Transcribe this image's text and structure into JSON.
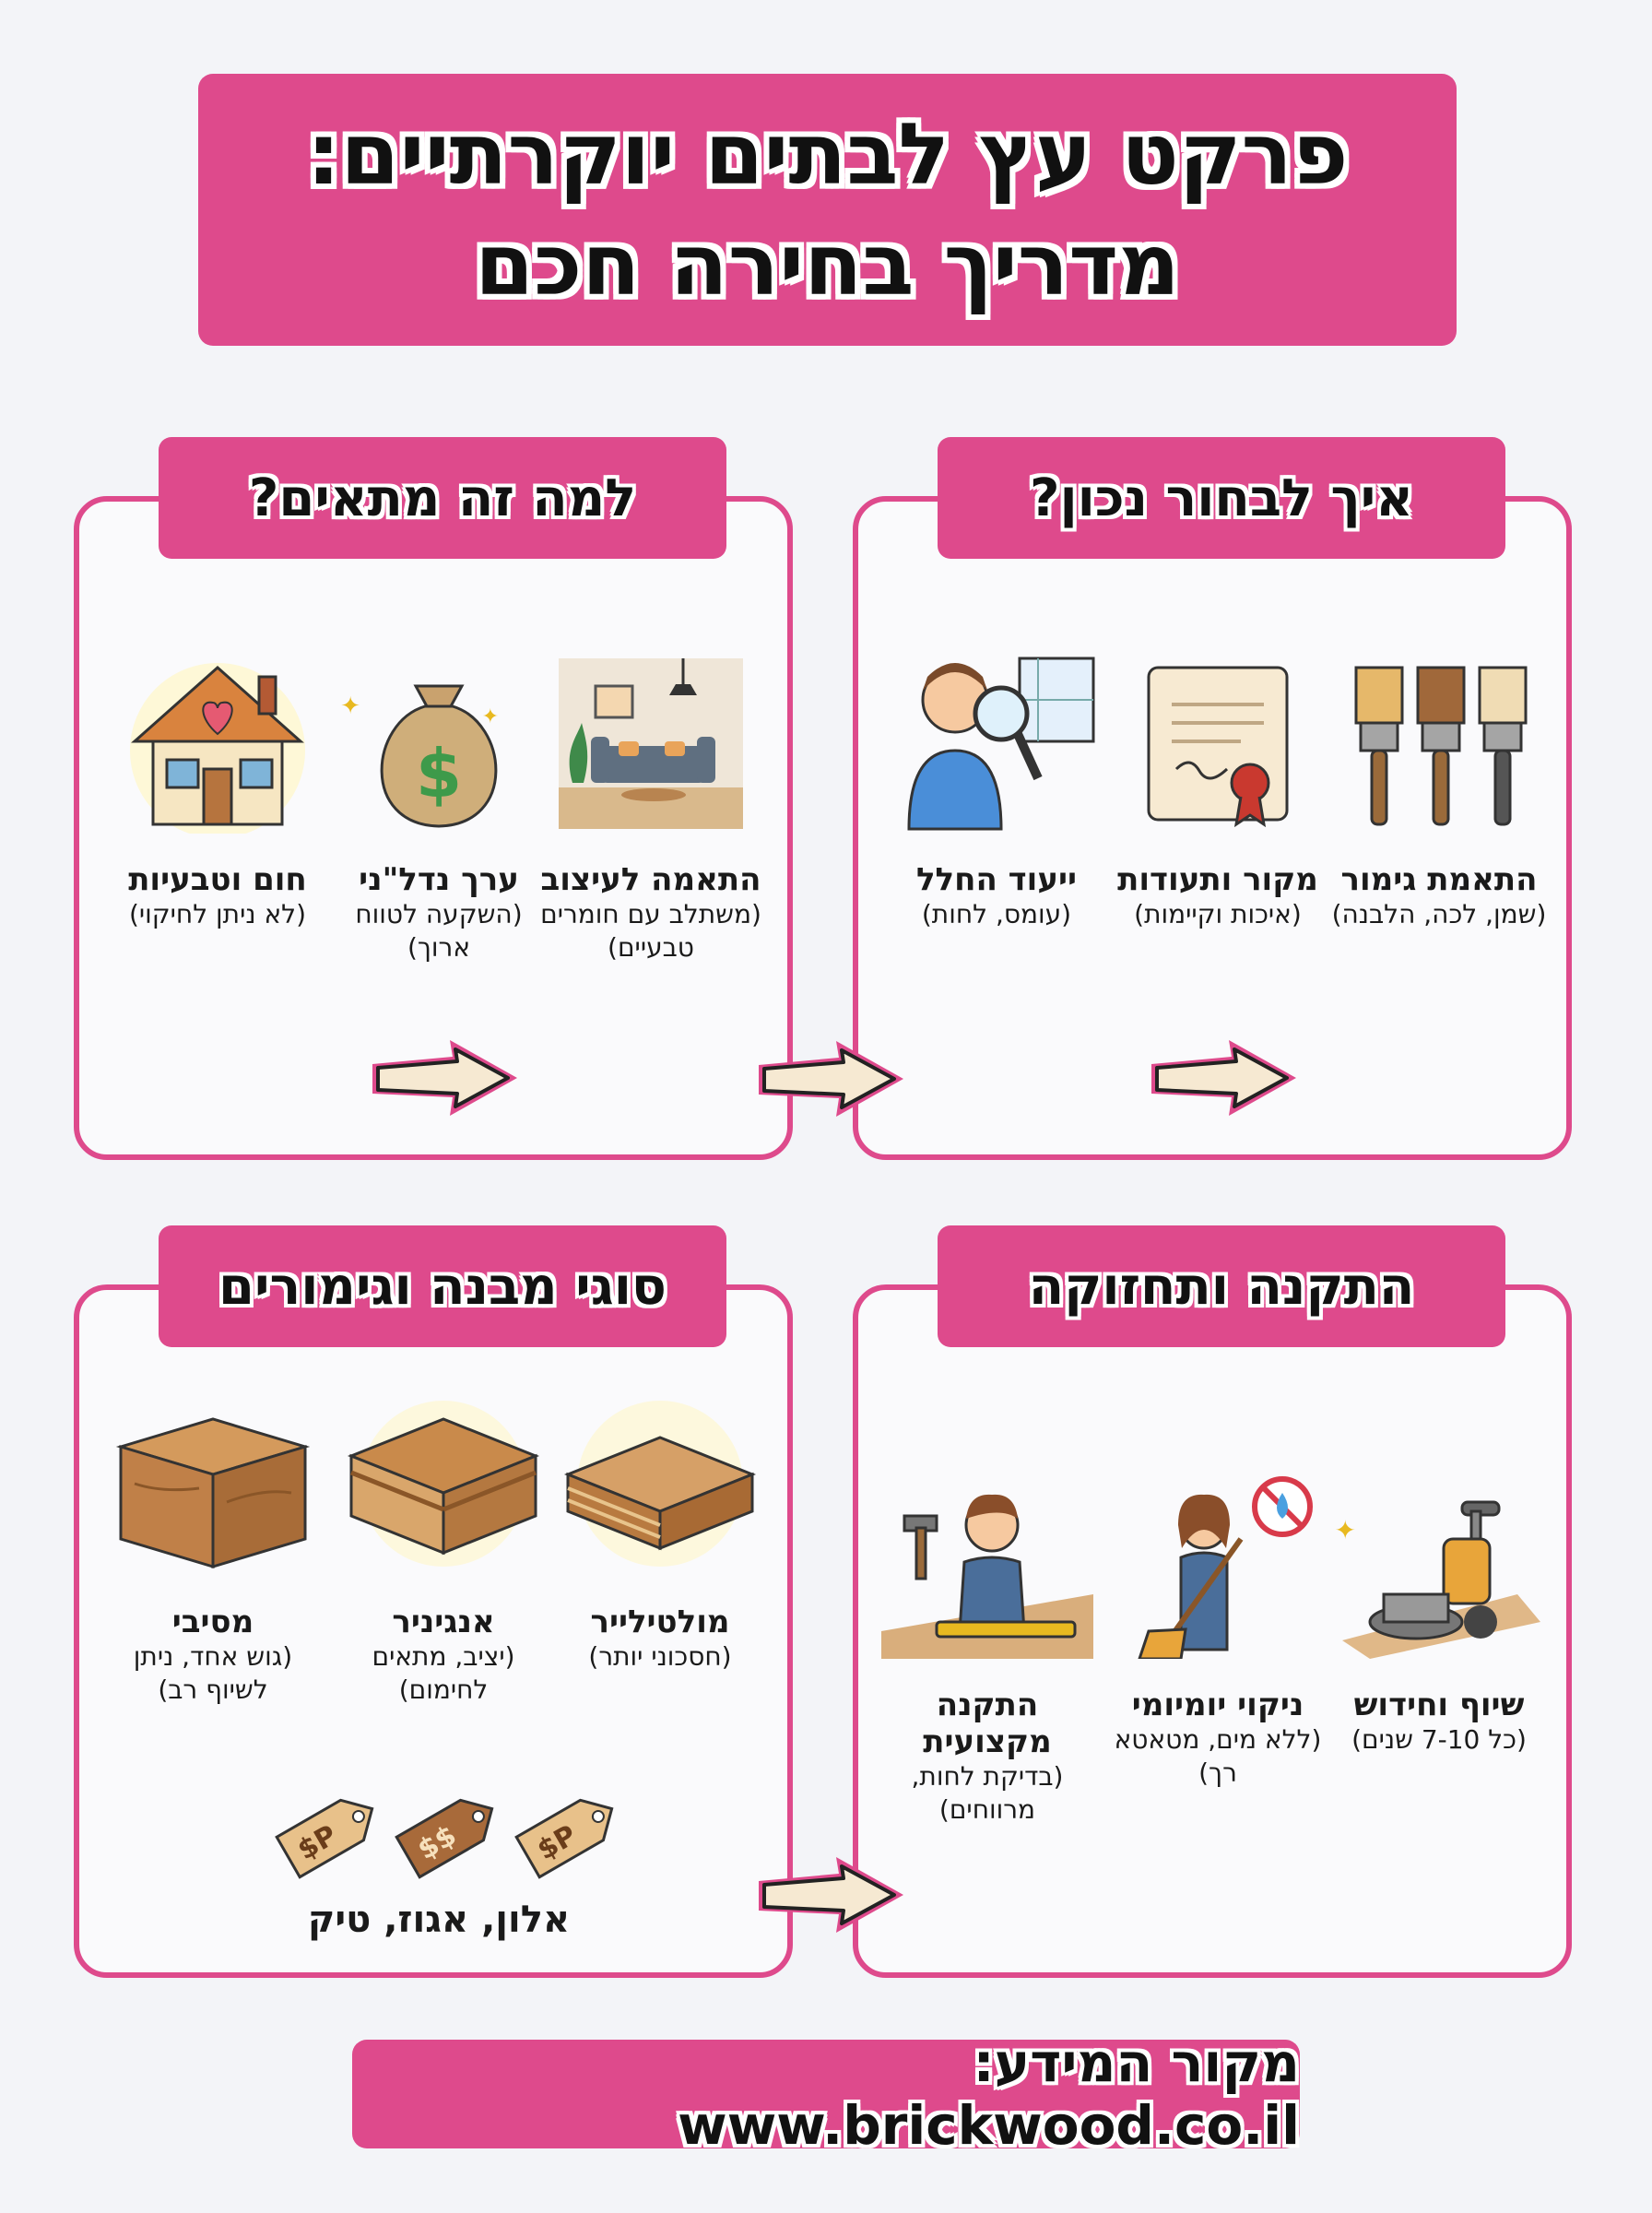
{
  "title": {
    "line1": "פרקט עץ לבתים יוקרתיים:",
    "line2": "מדריך בחירה חכם"
  },
  "panels": {
    "why": {
      "header": "למה זה מתאים?",
      "items": [
        {
          "title": "התאמה לעיצוב",
          "desc": "(משתלב עם חומרים טבעיים)",
          "icon": "living-room-icon"
        },
        {
          "title": "ערך נדל\"ני",
          "desc": "(השקעה לטווח ארוך)",
          "icon": "money-bag-icon"
        },
        {
          "title": "חום וטבעיות",
          "desc": "(לא ניתן לחיקוי)",
          "icon": "house-heart-icon"
        }
      ]
    },
    "how": {
      "header": "איך לבחור נכון?",
      "items": [
        {
          "title": "התאמת גימור",
          "desc": "(שמן, לכה, הלבנה)",
          "icon": "brushes-icon"
        },
        {
          "title": "מקור ותעודות",
          "desc": "(איכות וקיימות)",
          "icon": "certificate-icon"
        },
        {
          "title": "ייעוד החלל",
          "desc": "(עומס, לחות)",
          "icon": "inspector-icon"
        }
      ]
    },
    "types": {
      "header": "סוגי מבנה וגימורים",
      "items": [
        {
          "title": "מולטילייר",
          "desc": "(חסכוני יותר)",
          "icon": "multilayer-block-icon"
        },
        {
          "title": "אנגיניר",
          "desc": "(יציב, מתאים לחימום)",
          "icon": "engineered-block-icon"
        },
        {
          "title": "מסיבי",
          "desc": "(גוש אחד, ניתן לשיוף רב)",
          "icon": "solid-block-icon"
        }
      ],
      "woods": "אלון, אגוז, טיק",
      "tags": [
        "P$",
        "$$",
        "P$"
      ]
    },
    "install": {
      "header": "התקנה ותחזוקה",
      "items": [
        {
          "title": "שיוף וחידוש",
          "desc": "(כל 7-10 שנים)",
          "icon": "sander-icon"
        },
        {
          "title": "ניקוי יומיומי",
          "desc": "(ללא מים, מטאטא רך)",
          "icon": "cleaning-icon"
        },
        {
          "title": "התקנה מקצועית",
          "desc": "(בדיקת לחות, מרווחים)",
          "icon": "installer-icon"
        }
      ]
    }
  },
  "footer": {
    "text": "מקור המידע: www.brickwood.co.il"
  },
  "colors": {
    "accent": "#de4a8c",
    "arrow_fill": "#f6e9d2",
    "wood": "#c98a4b"
  }
}
